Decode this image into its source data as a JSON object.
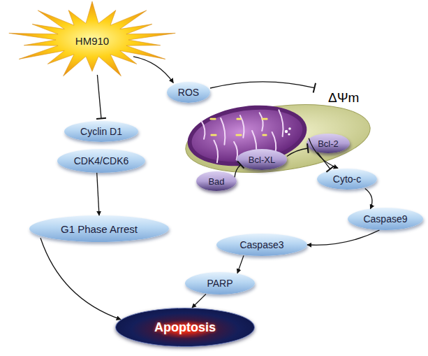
{
  "diagram": {
    "nodes": [
      {
        "text": [
          "HM910"
        ]
      },
      {
        "text": [
          "ROS"
        ]
      },
      {
        "text": [
          "ΔΨm"
        ]
      },
      {
        "text": [
          "Cyclin D1"
        ]
      },
      {
        "text": [
          "Bcl-2"
        ]
      },
      {
        "text": [
          "CDK4/CDK6"
        ]
      },
      {
        "text": [
          "Bcl-XL"
        ]
      },
      {
        "text": [
          "Cyto-c"
        ]
      },
      {
        "text": [
          "Bad"
        ]
      },
      {
        "text": [
          "Caspase9"
        ]
      },
      {
        "text": [
          "G1 Phase Arrest"
        ]
      },
      {
        "text": [
          "Caspase3"
        ]
      },
      {
        "text": [
          "PARP"
        ]
      },
      {
        "text": [
          "Apoptosis"
        ]
      }
    ],
    "edges": [
      {
        "from": 0,
        "to": 3,
        "arrow": "to"
      },
      {
        "from": 0,
        "to": 1,
        "arrow": "to"
      },
      {
        "from": 1,
        "to": 2,
        "arrow": "to"
      },
      {
        "from": 5,
        "to": 10,
        "arrow": "to"
      },
      {
        "from": 10,
        "to": 13,
        "arrow": "to"
      },
      {
        "from": 8,
        "to": 6,
        "arrow": "to"
      },
      {
        "from": 6,
        "to": 2,
        "arrow": "to"
      },
      {
        "from": 4,
        "to": 7,
        "arrow": "to"
      },
      {
        "from": 2,
        "to": 7,
        "arrow": "to"
      },
      {
        "from": 7,
        "to": 9,
        "arrow": "to"
      },
      {
        "from": 9,
        "to": 11,
        "arrow": "to"
      },
      {
        "from": 11,
        "to": 12,
        "arrow": "to"
      },
      {
        "from": 12,
        "to": 13,
        "arrow": "to"
      }
    ]
  }
}
